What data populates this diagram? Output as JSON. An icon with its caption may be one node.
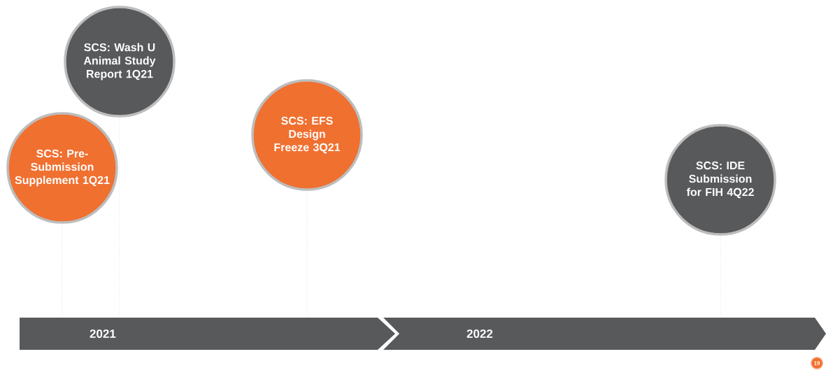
{
  "diagram": {
    "nodes": [
      {
        "text": [
          "SCS: Pre-Submission Supplement 1Q21"
        ]
      },
      {
        "text": [
          "SCS: Wash U Animal Study Report 1Q21"
        ]
      },
      {
        "text": [
          "SCS: EFS Design Freeze 3Q21"
        ]
      },
      {
        "text": [
          "SCS: IDE Submission for FIH 4Q22"
        ]
      },
      {
        "text": [
          "2021"
        ]
      },
      {
        "text": [
          "2022"
        ]
      }
    ],
    "edges": [
      {
        "from": 0,
        "to": 4,
        "arrow": "none"
      },
      {
        "from": 1,
        "to": 4,
        "arrow": "none"
      },
      {
        "from": 2,
        "to": 4,
        "arrow": "none"
      },
      {
        "from": 3,
        "to": 5,
        "arrow": "none"
      }
    ],
    "labels": [
      "19"
    ]
  }
}
